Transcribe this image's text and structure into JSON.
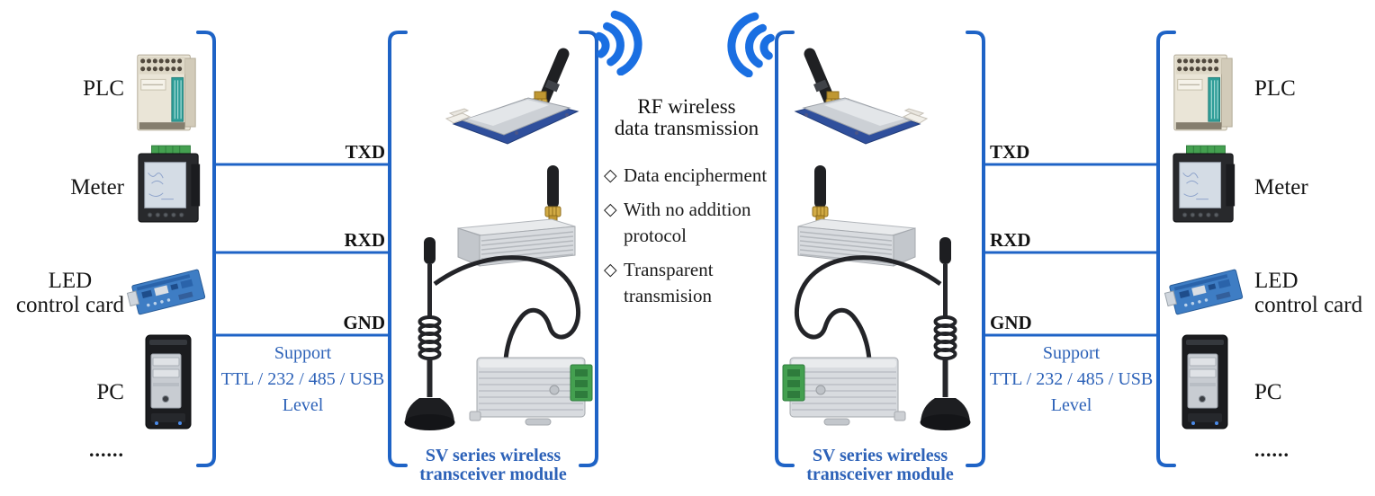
{
  "colors": {
    "accent_blue": "#1e63c6",
    "icon_blue": "#1a6fe2",
    "text_blue": "#2d62b8",
    "signal_black": "#121212"
  },
  "devices": {
    "plc": "PLC",
    "meter": "Meter",
    "led_line1": "LED",
    "led_line2": "control card",
    "pc": "PC",
    "ellipsis": "......"
  },
  "signals": {
    "txd": "TXD",
    "rxd": "RXD",
    "gnd": "GND"
  },
  "support": {
    "line1": "Support",
    "line2": "TTL / 232 / 485 / USB",
    "line3": "Level"
  },
  "sv_module": {
    "line1": "SV series wireless",
    "line2": "transceiver module"
  },
  "center": {
    "title_line1": "RF wireless",
    "title_line2": "data transmission",
    "bullet": "◇",
    "features": [
      {
        "line1": "Data encipherment",
        "line2": ""
      },
      {
        "line1": "With no addition",
        "line2": "protocol"
      },
      {
        "line1": "Transparent",
        "line2": "transmision"
      }
    ]
  },
  "icons": {
    "rf_signal_left": "rf-waves-radiating-right",
    "rf_signal_right": "rf-waves-radiating-left",
    "plc": "plc-controller-illustration",
    "meter": "panel-meter-illustration",
    "led_card": "led-control-card-illustration",
    "pc": "pc-tower-illustration",
    "module_pcb": "pcb-rf-module-with-antenna",
    "module_box": "aluminum-rf-module-with-antenna",
    "module_sucker": "rf-module-with-sucker-antenna"
  }
}
